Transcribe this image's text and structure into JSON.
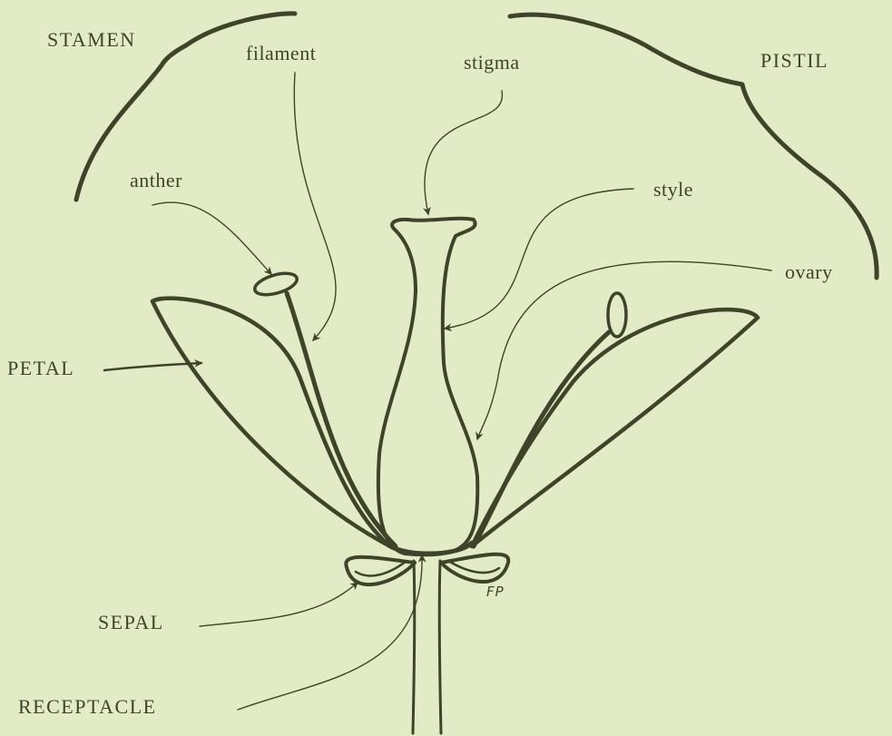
{
  "labels": {
    "stamen": "STAMEN",
    "filament": "filament",
    "stigma": "stigma",
    "pistil": "PISTIL",
    "anther": "anther",
    "style": "style",
    "ovary": "ovary",
    "petal": "PETAL",
    "sepal": "SEPAL",
    "receptacle": "RECEPTACLE",
    "fp": "FP"
  },
  "colors": {
    "background": "#e3ebc6",
    "ink": "#3d4429"
  }
}
